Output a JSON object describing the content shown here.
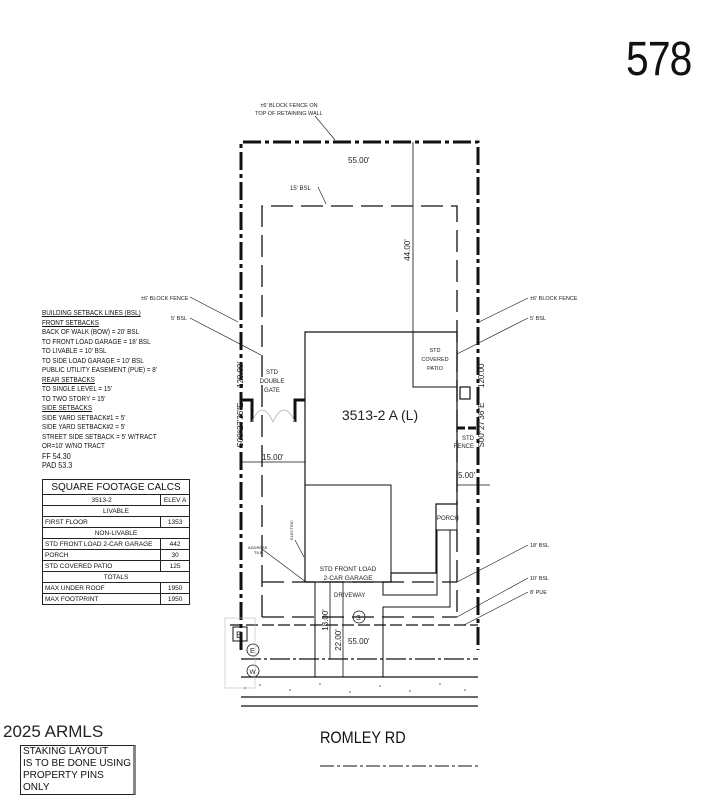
{
  "lot_number": "578",
  "plan": {
    "house_label": "3513-2 A (L)",
    "labels": {
      "rear_fence": [
        "±6' BLOCK FENCE ON",
        "TOP OF RETAINING WALL"
      ],
      "rear_bsl": "15' BSL",
      "left_fence": "±6' BLOCK FENCE",
      "left_bsl": "5' BSL",
      "right_fence": "±6' BLOCK FENCE",
      "right_bsl": "5' BSL",
      "gate": [
        "STD",
        "DOUBLE",
        "GATE"
      ],
      "patio": [
        "STD",
        "COVERED",
        "PATIO"
      ],
      "std_fence": [
        "STD",
        "FENCE"
      ],
      "porch": "PORCH",
      "garage": [
        "STD FRONT LOAD",
        "2-CAR GARAGE"
      ],
      "driveway": "DRIVEWAY",
      "address_tile": [
        "ADDRESS",
        "TILE"
      ],
      "electric": "ELECTRIC",
      "front_bsl_18": "18' BSL",
      "front_bsl_10": "10' BSL",
      "pue": "8' PUE",
      "sewer": "S",
      "electric_marker": "E",
      "electric_box": "E",
      "water": "W"
    },
    "dimensions": {
      "rear_width": "55.00'",
      "front_width": "55.00'",
      "rear_depth": "44.00'",
      "left_side": "120.00'",
      "left_bearing": "S00°27'36\"E",
      "right_side": "120.00'",
      "right_bearing": "S00°27'36\"E",
      "left_setback": "15.00'",
      "right_setback": "5.00'",
      "driveway_18": "18.00'",
      "driveway_22": "22.00'"
    },
    "street": "ROMLEY RD"
  },
  "setback_notes": [
    {
      "text": "BUILDING SETBACK LINES (BSL)",
      "heading": true
    },
    {
      "text": "FRONT SETBACKS",
      "heading": true
    },
    {
      "text": "BACK OF WALK (BOW) = 20' BSL"
    },
    {
      "text": "TO FRONT LOAD GARAGE = 18' BSL"
    },
    {
      "text": "TO LIVABLE = 10' BSL"
    },
    {
      "text": "TO SIDE LOAD GARAGE = 10' BSL"
    },
    {
      "text": "PUBLIC UTILITY EASEMENT (PUE) = 8'"
    },
    {
      "text": "REAR SETBACKS",
      "heading": true
    },
    {
      "text": "TO SINGLE LEVEL = 15'"
    },
    {
      "text": "TO TWO STORY = 15'"
    },
    {
      "text": "SIDE SETBACKS",
      "heading": true
    },
    {
      "text": "SIDE YARD SETBACK#1 = 5'"
    },
    {
      "text": "SIDE YARD SETBACK#2 = 5'"
    },
    {
      "text": "STREET SIDE SETBACK = 5' W/TRACT"
    },
    {
      "text": "OR=10' W/NO TRACT"
    },
    {
      "text": "FF 54.30"
    },
    {
      "text": "PAD 53.3"
    }
  ],
  "sqft_table": {
    "title": "SQUARE FOOTAGE CALCS",
    "plan": "3513-2",
    "elev": "ELEV A",
    "livable_header": "LIVABLE",
    "livable": [
      {
        "label": "FIRST FLOOR",
        "value": "1353"
      }
    ],
    "nonlivable_header": "NON-LIVABLE",
    "nonlivable": [
      {
        "label": "STD FRONT LOAD 2-CAR GARAGE",
        "value": "442"
      },
      {
        "label": "PORCH",
        "value": "30"
      },
      {
        "label": "STD COVERED PATIO",
        "value": "125"
      }
    ],
    "totals_header": "TOTALS",
    "totals": [
      {
        "label": "MAX UNDER ROOF",
        "value": "1950"
      },
      {
        "label": "MAX FOOTPRINT",
        "value": "1950"
      }
    ]
  },
  "staking_note": [
    "STAKING LAYOUT",
    "IS TO BE DONE USING",
    "PROPERTY PINS ONLY"
  ],
  "watermark": "2025 ARMLS"
}
